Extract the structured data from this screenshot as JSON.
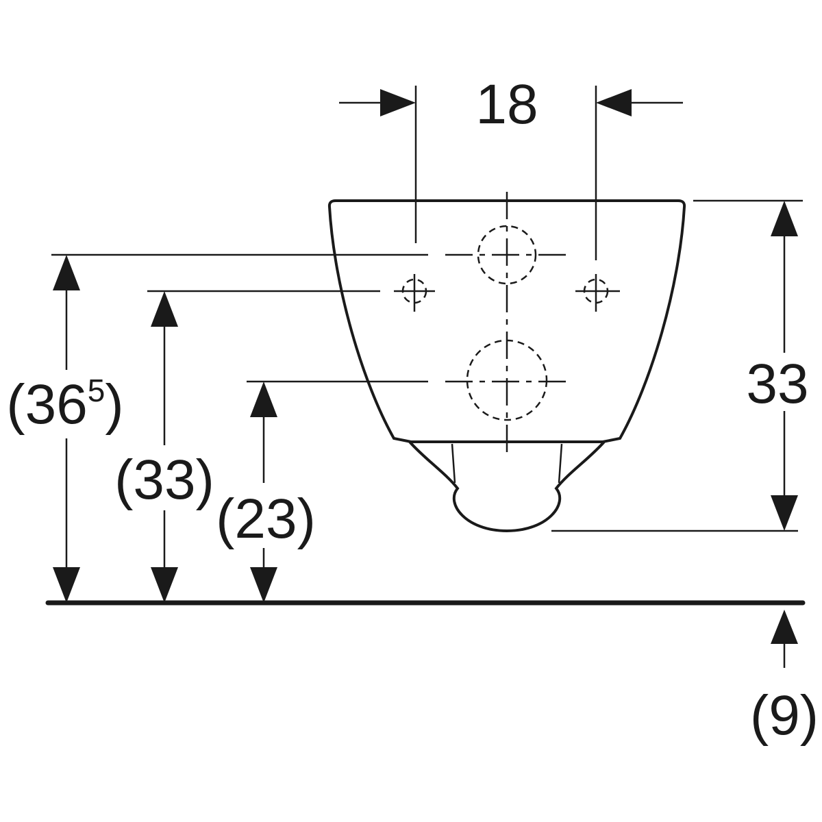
{
  "diagram": {
    "type": "technical dimension drawing, wall-hung toilet front view",
    "dimensions": {
      "hole_spacing": "18",
      "bowl_height": "33",
      "top_reference_height_main": "(36",
      "top_reference_height_sup": "5",
      "top_reference_height_close": ")",
      "fixing_height": "(33)",
      "drain_height": "(23)",
      "floor_offset": "(9)"
    },
    "colors": {
      "ink": "#1a1a1a",
      "background": "#ffffff"
    }
  }
}
